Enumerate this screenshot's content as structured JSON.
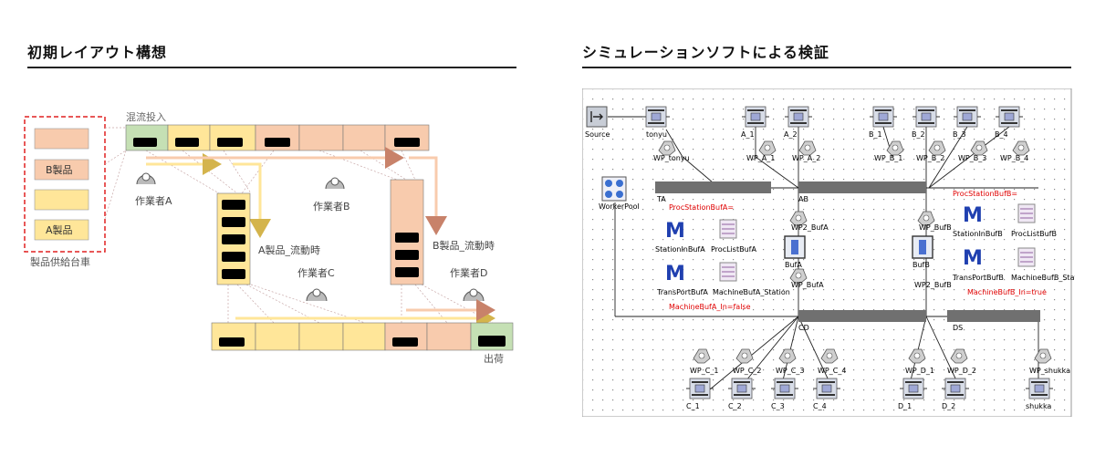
{
  "left": {
    "heading": "初期レイアウト構想",
    "labels": {
      "mixed_input": "混流投入",
      "supply_cart": "製品供給台車",
      "b_product": "B製品",
      "a_product": "A製品",
      "worker_a": "作業者A",
      "worker_b": "作業者B",
      "worker_c": "作業者C",
      "worker_d": "作業者D",
      "a_flow": "A製品_流動時",
      "b_flow": "B製品_流動時",
      "shipping": "出荷"
    },
    "colors": {
      "orange": "#f8cbad",
      "yellow": "#ffe699",
      "green": "#c5e0b4",
      "red_dash": "#e02020"
    }
  },
  "right": {
    "heading": "シミュレーションソフトによる検証",
    "labels": {
      "source": "Source",
      "tonyu": "tonyu",
      "wp_tonyu": "WP_tonyu",
      "a1": "A_1",
      "a2": "A_2",
      "wp_a1": "WP_A_1",
      "wp_a2": "WP_A_2",
      "b1": "B_1",
      "b2": "B_2",
      "b3": "B_3",
      "b4": "B_4",
      "wp_b1": "WP_B_1",
      "wp_b2": "WP_B_2",
      "wp_b3": "WP_B_3",
      "wp_b4": "WP_B_4",
      "worker_pool": "WorkerPool",
      "ta": "TA",
      "ab": "AB",
      "cd": "CD",
      "ds": "DS",
      "proc_station_buf_a": "ProcStationBufA=",
      "proc_station_buf_b": "ProcStationBufB=",
      "wp2_bufa_top": "WP2_BufA",
      "wp_bufb": "WP_BufB",
      "station_in_buf_a": "StationInBufA",
      "proc_list_buf_a": "ProcListBufA",
      "station_in_buf_b": "StationInBufB",
      "proc_list_buf_b": "ProcListBufB",
      "buf_a": "BufA",
      "buf_b": "BufB",
      "transport_buf_a": "TransPortBufA",
      "machine_buf_a_station": "MachineBufA_Station",
      "transport_buf_b": "TransPortBufB",
      "machine_buf_b_station": "MachineBufB_Stati",
      "wp_bufa": "WP_BufA",
      "wp2_bufb": "WP2_BufB",
      "machine_buf_a_in": "MachineBufA_In=false",
      "machine_buf_b_in": "MachineBufB_In=true",
      "wp_c1": "WP_C_1",
      "wp_c2": "WP_C_2",
      "wp_c3": "WP_C_3",
      "wp_c4": "WP_C_4",
      "wp_d1": "WP_D_1",
      "wp_d2": "WP_D_2",
      "wp_shukka": "WP_shukka",
      "c1": "C_1",
      "c2": "C_2",
      "c3": "C_3",
      "c4": "C_4",
      "d1": "D_1",
      "d2": "D_2",
      "shukka": "shukka"
    },
    "colors": {
      "red_text": "#e00000",
      "conveyor": "#707070",
      "grid_bg": "#ffffff"
    }
  }
}
